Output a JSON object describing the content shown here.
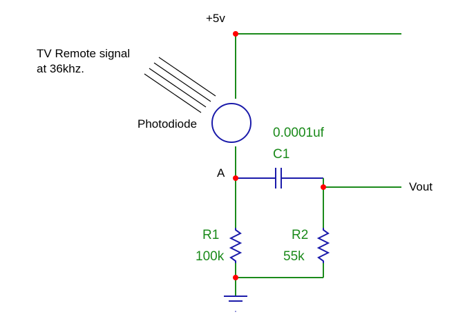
{
  "labels": {
    "supply": "+5v",
    "signal_line1": "TV Remote signal",
    "signal_line2": "at 36khz.",
    "photodiode": "Photodiode",
    "capacitor_value": "0.0001uf",
    "capacitor_name": "C1",
    "node_a": "A",
    "output": "Vout",
    "r1_name": "R1",
    "r1_value": "100k",
    "r2_name": "R2",
    "r2_value": "55k"
  },
  "colors": {
    "wire_green": "#1a8a1a",
    "component_blue": "#1a1aaa",
    "junction_red": "#ff0000",
    "text_black": "#000000"
  },
  "components": [
    {
      "ref": "Photodiode",
      "type": "photodiode"
    },
    {
      "ref": "C1",
      "type": "capacitor",
      "value": "0.0001uf"
    },
    {
      "ref": "R1",
      "type": "resistor",
      "value": "100k"
    },
    {
      "ref": "R2",
      "type": "resistor",
      "value": "55k"
    }
  ]
}
